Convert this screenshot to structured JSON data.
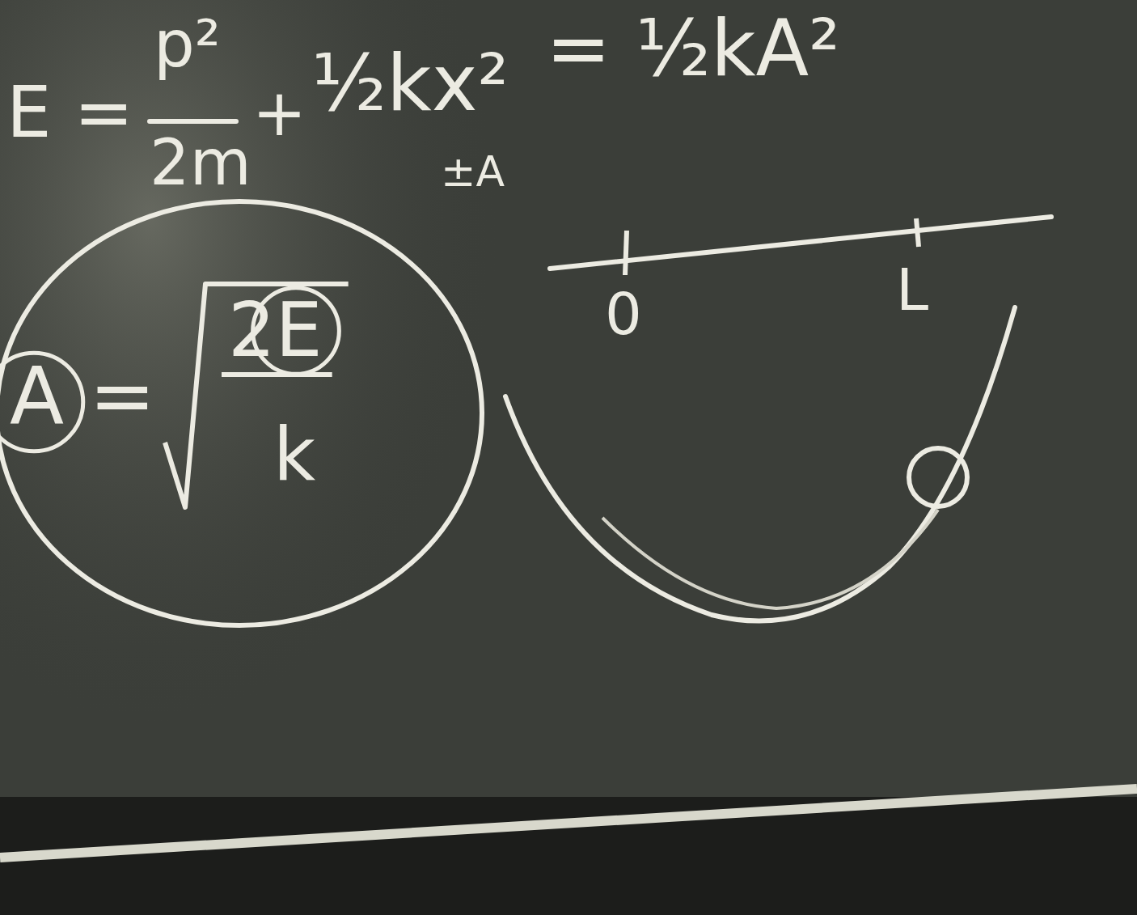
{
  "diagram": {
    "nodes": [
      {
        "text": [
          "A =",
          "2E",
          "k"
        ]
      }
    ],
    "labels": [
      "E =",
      "p²",
      "2m",
      "+",
      "½kx²",
      "±A",
      "= ½kA²",
      "0",
      "L"
    ]
  }
}
